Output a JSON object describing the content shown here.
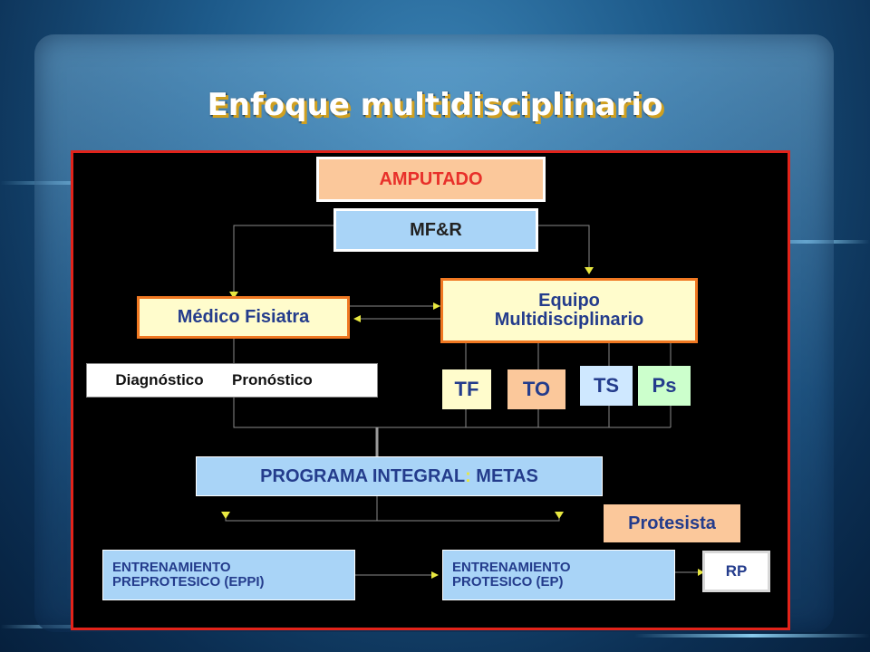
{
  "title": "Enfoque multidisciplinario",
  "nodes": {
    "amputado": "AMPUTADO",
    "mfr": "MF&R",
    "medico": "Médico Fisiatra",
    "equipo_line1": "Equipo",
    "equipo_line2": "Multidisciplinario",
    "diagnostico": "Diagnóstico",
    "pronostico": "Pronóstico",
    "tf": "TF",
    "to": "TO",
    "ts": "TS",
    "ps": "Ps",
    "programa_main": "PROGRAMA INTEGRAL",
    "programa_colon": ":",
    "programa_metas": " METAS",
    "protesista": "Protesista",
    "eppi_line1": "ENTRENAMIENTO",
    "eppi_line2": "PREPROTESICO (EPPI)",
    "ep_line1": "ENTRENAMIENTO",
    "ep_line2": "PROTESICO (EP)",
    "rp": "RP"
  },
  "colors": {
    "panel_border": "#e2231a",
    "connector": "#e8e840",
    "peach": "#fbc89b",
    "blue_box": "#a9d4f7",
    "cream": "#fffccc",
    "light_blue": "#cfe8ff",
    "light_green": "#ccffcc"
  }
}
